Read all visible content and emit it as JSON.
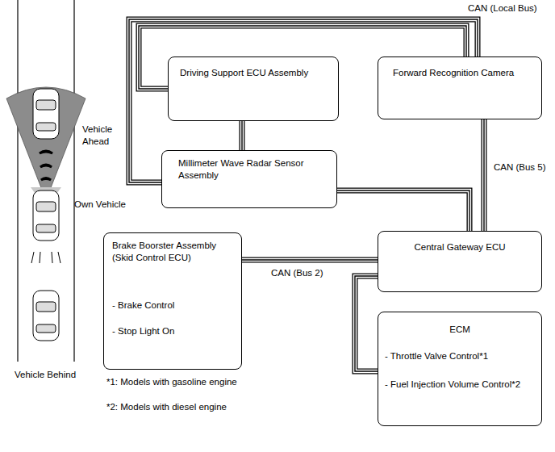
{
  "diagram": {
    "nodes": [
      {
        "text": [
          "Driving Support ECU Assembly"
        ]
      },
      {
        "text": [
          "Forward Recognition Camera"
        ]
      },
      {
        "text": [
          "Millimeter Wave Radar Sensor Assembly"
        ]
      },
      {
        "text": [
          "Brake Boorster Assembly (Skid Control ECU)",
          "- Brake Control",
          "- Stop Light On"
        ]
      },
      {
        "text": [
          "Central Gateway ECU"
        ]
      },
      {
        "text": [
          "ECM",
          "- Throttle Valve Control*1",
          "- Fuel Injection Volume Control*2"
        ]
      }
    ],
    "edges": [
      {
        "from": 0,
        "to": 1,
        "arrow": "none",
        "label": "CAN (Local Bus)"
      },
      {
        "from": 2,
        "to": 1,
        "arrow": "none"
      },
      {
        "from": 0,
        "to": 2,
        "arrow": "none"
      },
      {
        "from": 2,
        "to": 4,
        "arrow": "none",
        "label": "CAN (Bus 5)"
      },
      {
        "from": 1,
        "to": 4,
        "arrow": "none"
      },
      {
        "from": 3,
        "to": 4,
        "arrow": "none",
        "label": "CAN (Bus 2)"
      },
      {
        "from": 4,
        "to": 5,
        "arrow": "none"
      }
    ],
    "labels": [
      "Vehicle Ahead",
      "Own Vehicle",
      "Vehicle Behind",
      "*1: Models with gasoline engine",
      "*2: Models with diesel engine"
    ]
  }
}
